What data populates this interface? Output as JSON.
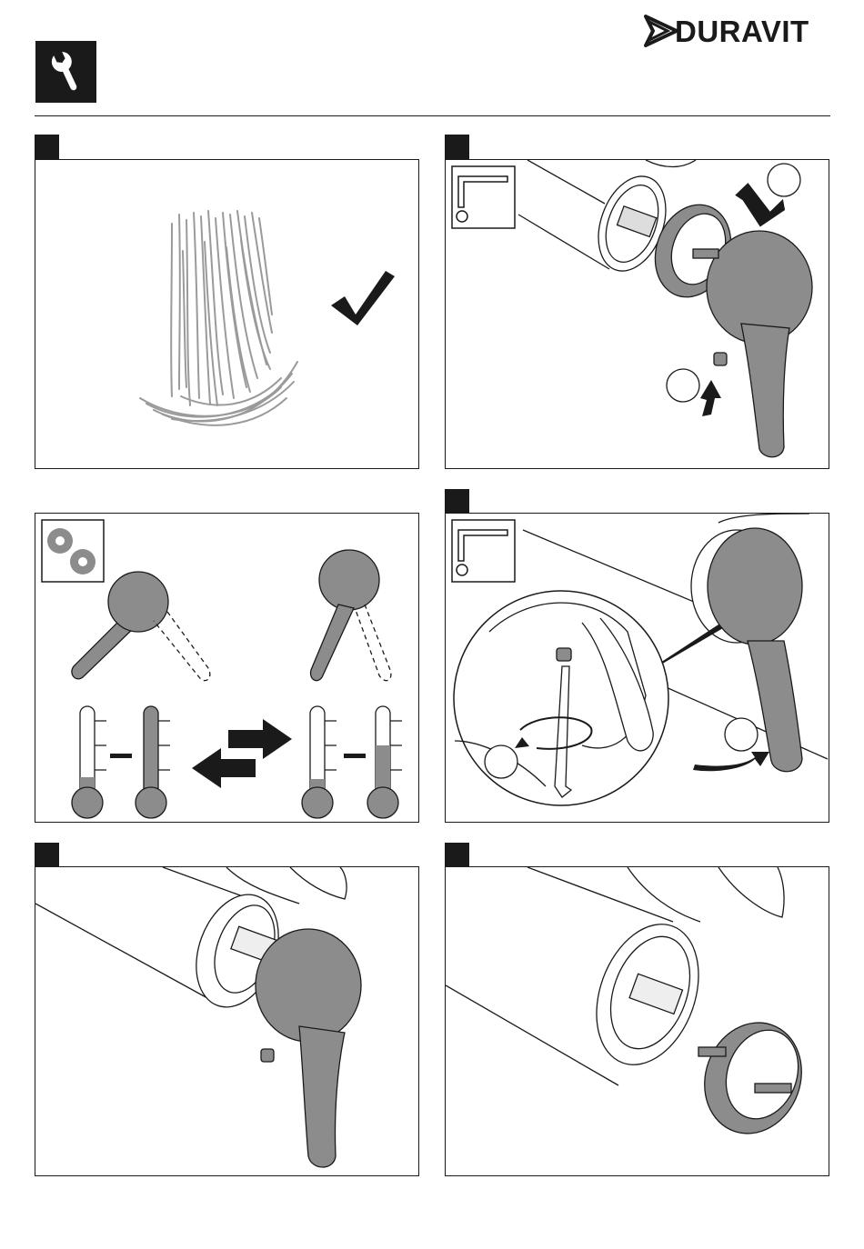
{
  "header": {
    "brand": "DURAVIT",
    "brand_logo_icon": "duravit-logo-icon",
    "section_icon": "wrench-icon"
  },
  "panels": [
    {
      "id": "step-1",
      "illustration": "water-stream-ok",
      "icons": [
        "check-icon"
      ]
    },
    {
      "id": "step-2",
      "illustration": "remove-handle-and-cover",
      "icons": [
        "allen-key-icon"
      ]
    },
    {
      "id": "step-3",
      "illustration": "temperature-adjustment",
      "icons": [
        "gears-icon",
        "thermometer-icon",
        "arrow-right-icon",
        "arrow-left-icon"
      ]
    },
    {
      "id": "step-4",
      "illustration": "loosen-set-screw",
      "icons": [
        "allen-key-icon",
        "rotate-icon"
      ]
    },
    {
      "id": "step-5",
      "illustration": "mount-handle"
    },
    {
      "id": "step-6",
      "illustration": "mount-cover"
    }
  ],
  "colors": {
    "ink": "#1a1a1a",
    "handle_grey": "#8c8c8c",
    "water_grey": "#9a9a9a"
  }
}
